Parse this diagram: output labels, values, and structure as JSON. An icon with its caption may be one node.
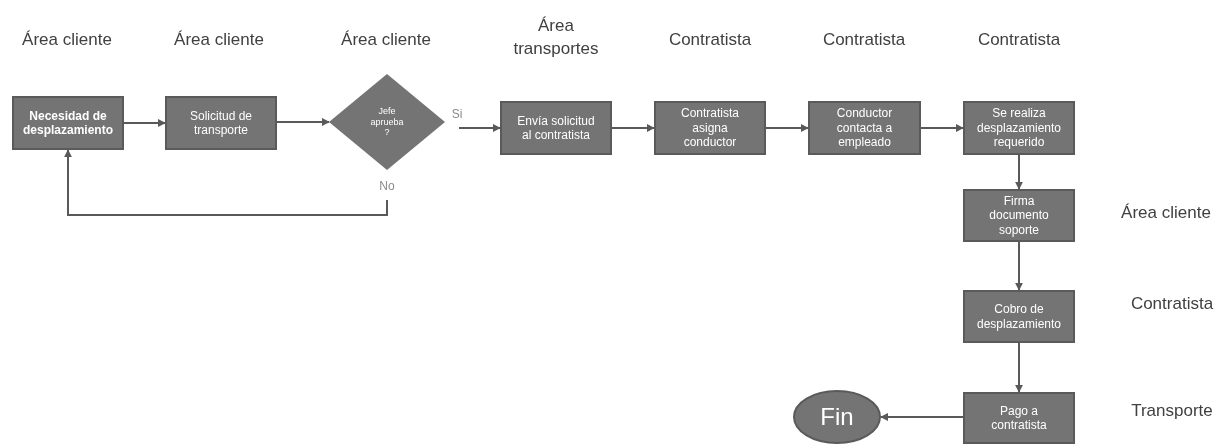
{
  "diagram": {
    "nodes": [
      {
        "text": [
          "Necesidad de desplazamiento"
        ]
      },
      {
        "text": [
          "Solicitud de transporte"
        ]
      },
      {
        "text": [
          "Jefe aprueba ?"
        ]
      },
      {
        "text": [
          "Envía solicitud al contratista"
        ]
      },
      {
        "text": [
          "Contratista asigna conductor"
        ]
      },
      {
        "text": [
          "Conductor contacta a empleado"
        ]
      },
      {
        "text": [
          "Se realiza desplazamiento requerido"
        ]
      },
      {
        "text": [
          "Firma documento soporte"
        ]
      },
      {
        "text": [
          "Cobro de desplazamiento"
        ]
      },
      {
        "text": [
          "Pago a contratista"
        ]
      },
      {
        "text": [
          "Fin"
        ]
      }
    ],
    "edges": [
      {
        "from": 0,
        "to": 1,
        "arrow": "to"
      },
      {
        "from": 1,
        "to": 2,
        "arrow": "to"
      },
      {
        "from": 2,
        "to": 3,
        "arrow": "to",
        "label": "Si"
      },
      {
        "from": 2,
        "to": 0,
        "arrow": "to",
        "label": "No"
      },
      {
        "from": 3,
        "to": 4,
        "arrow": "to"
      },
      {
        "from": 4,
        "to": 5,
        "arrow": "to"
      },
      {
        "from": 5,
        "to": 6,
        "arrow": "to"
      },
      {
        "from": 6,
        "to": 7,
        "arrow": "to"
      },
      {
        "from": 7,
        "to": 8,
        "arrow": "to"
      },
      {
        "from": 8,
        "to": 9,
        "arrow": "to"
      },
      {
        "from": 9,
        "to": 10,
        "arrow": "to"
      }
    ],
    "labels": [
      "Área cliente",
      "Área cliente",
      "Área cliente",
      "Área transportes",
      "Contratista",
      "Contratista",
      "Contratista",
      "Área cliente",
      "Contratista",
      "Transporte"
    ]
  }
}
